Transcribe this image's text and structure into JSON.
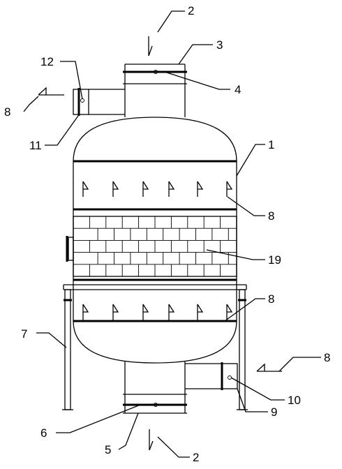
{
  "labels": {
    "l1": "1",
    "l2_top": "2",
    "l2_bottom": "2",
    "l3": "3",
    "l4": "4",
    "l5": "5",
    "l6": "6",
    "l7": "7",
    "l8_left": "8",
    "l8_upper": "8",
    "l8_lower": "8",
    "l8_right": "8",
    "l9": "9",
    "l10": "10",
    "l11": "11",
    "l12": "12",
    "l19": "19"
  }
}
